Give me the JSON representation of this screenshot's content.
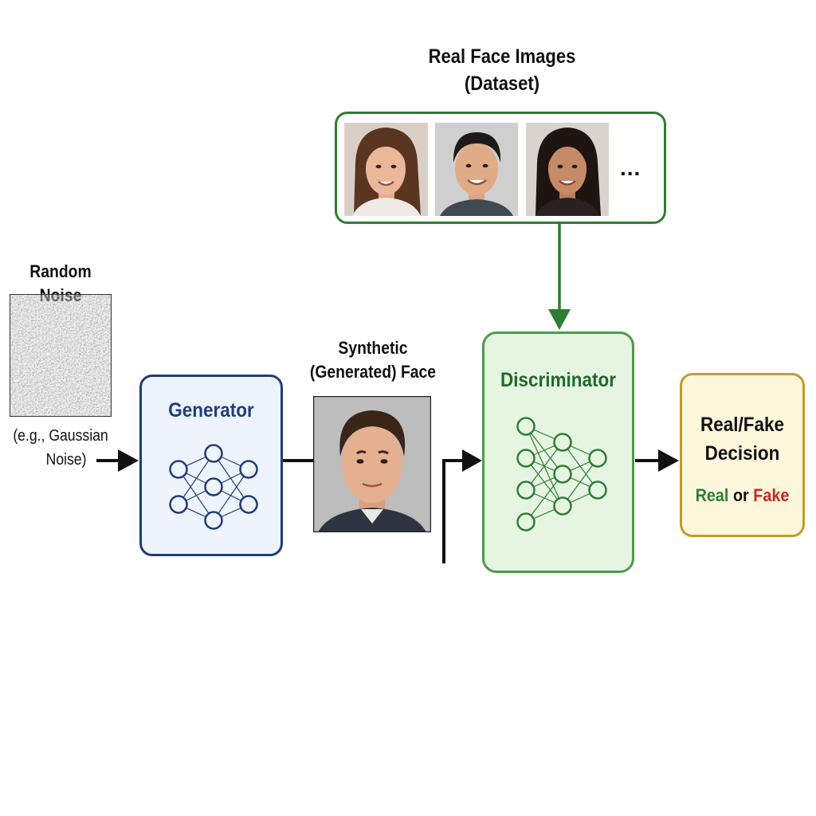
{
  "real_dataset": {
    "title_line1": "Real Face Images",
    "title_line2": "(Dataset)",
    "ellipsis": "..."
  },
  "noise": {
    "title": "Random Noise",
    "caption_line1": "(e.g., Gaussian",
    "caption_line2": "Noise)"
  },
  "generator": {
    "label": "Generator"
  },
  "synthetic": {
    "title_line1": "Synthetic",
    "title_line2": "(Generated) Face"
  },
  "discriminator": {
    "label": "Discriminator"
  },
  "decision": {
    "title_line1": "Real/Fake",
    "title_line2": "Decision",
    "real_word": "Real",
    "or_word": "or",
    "fake_word": "Fake"
  },
  "colors": {
    "generator_border": "#1f3d7a",
    "generator_fill": "#eef4fd",
    "generator_text": "#1f3d7a",
    "discriminator_border": "#2e7d32",
    "discriminator_fill": "#e6f4e2",
    "discriminator_text": "#1e6a2a",
    "decision_border": "#c49a2c",
    "decision_fill": "#fdf7dc",
    "real_color": "#2e7d32",
    "fake_color": "#c62828"
  }
}
